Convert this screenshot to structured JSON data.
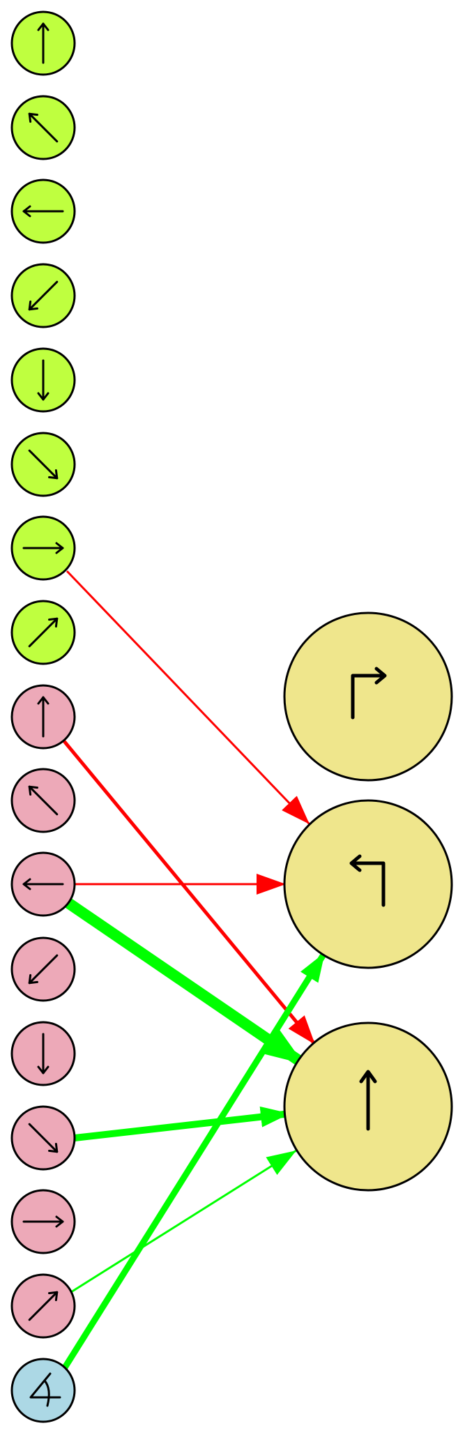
{
  "colors": {
    "green_node": "#bfff3f",
    "pink_node": "#eda9b8",
    "blue_node": "#acd8e5",
    "yellow_node": "#efe68c",
    "inhibit_edge": "#ff0000",
    "excite_edge": "#00ff00",
    "stroke": "#000000"
  },
  "node_groups": [
    {
      "group": "green",
      "icons": [
        "arrow-up-icon",
        "arrow-up-left-icon",
        "arrow-left-icon",
        "arrow-down-left-icon",
        "arrow-down-icon",
        "arrow-down-right-icon",
        "arrow-right-icon",
        "arrow-up-right-icon"
      ]
    },
    {
      "group": "pink",
      "icons": [
        "arrow-up-icon",
        "arrow-up-left-icon",
        "arrow-left-icon",
        "arrow-down-left-icon",
        "arrow-down-icon",
        "arrow-down-right-icon",
        "arrow-right-icon",
        "arrow-up-right-icon"
      ]
    },
    {
      "group": "blue",
      "icons": [
        "angle-icon"
      ]
    },
    {
      "group": "yellow",
      "icons": [
        "turn-right-icon",
        "turn-left-icon",
        "straight-up-icon"
      ]
    }
  ],
  "edges": [
    {
      "from": "green-right",
      "to": "turn-left",
      "type": "inhibit",
      "weight": 2
    },
    {
      "from": "pink-up",
      "to": "straight-up",
      "type": "inhibit",
      "weight": 3
    },
    {
      "from": "pink-left",
      "to": "turn-left",
      "type": "inhibit",
      "weight": 2
    },
    {
      "from": "pink-left",
      "to": "straight-up",
      "type": "excite",
      "weight": 10
    },
    {
      "from": "pink-down-right",
      "to": "straight-up",
      "type": "excite",
      "weight": 6
    },
    {
      "from": "pink-up-right",
      "to": "straight-up",
      "type": "excite",
      "weight": 2
    },
    {
      "from": "blue-angle",
      "to": "turn-left",
      "type": "excite",
      "weight": 5
    }
  ]
}
